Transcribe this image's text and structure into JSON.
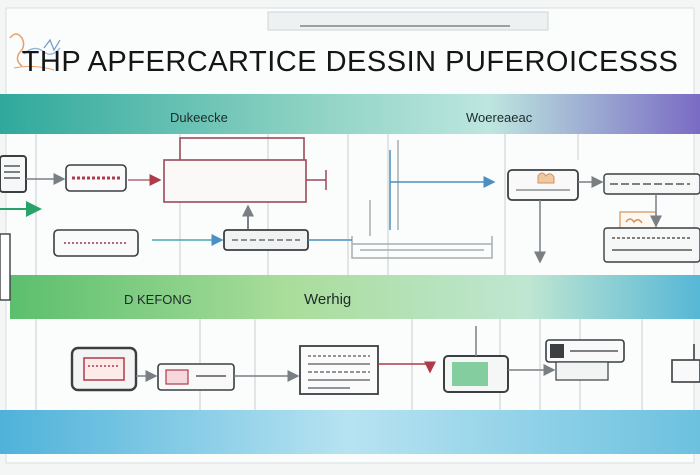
{
  "title": "THP APFERCARTICE DESSIN PUFEROICESSS",
  "bands": {
    "top_left_label": "Dukeecke",
    "top_right_label": "Woereaeac",
    "middle_left_label": "D KEFONG",
    "middle_right_label": "Werhig"
  },
  "colors": {
    "band_teal": "#3fb0a6",
    "band_purple": "#7a6bc4",
    "band_green": "#6cc57a",
    "band_blue": "#58b5dc",
    "box_red": "#b03a4a",
    "arrow_blue": "#4a90c2",
    "arrow_green": "#2aa36a",
    "screen_green": "#66c28a",
    "line_gray": "#7a7f83"
  },
  "icons": [
    "sketch-logo-icon",
    "hand-icon",
    "document-icon",
    "screen-icon"
  ]
}
